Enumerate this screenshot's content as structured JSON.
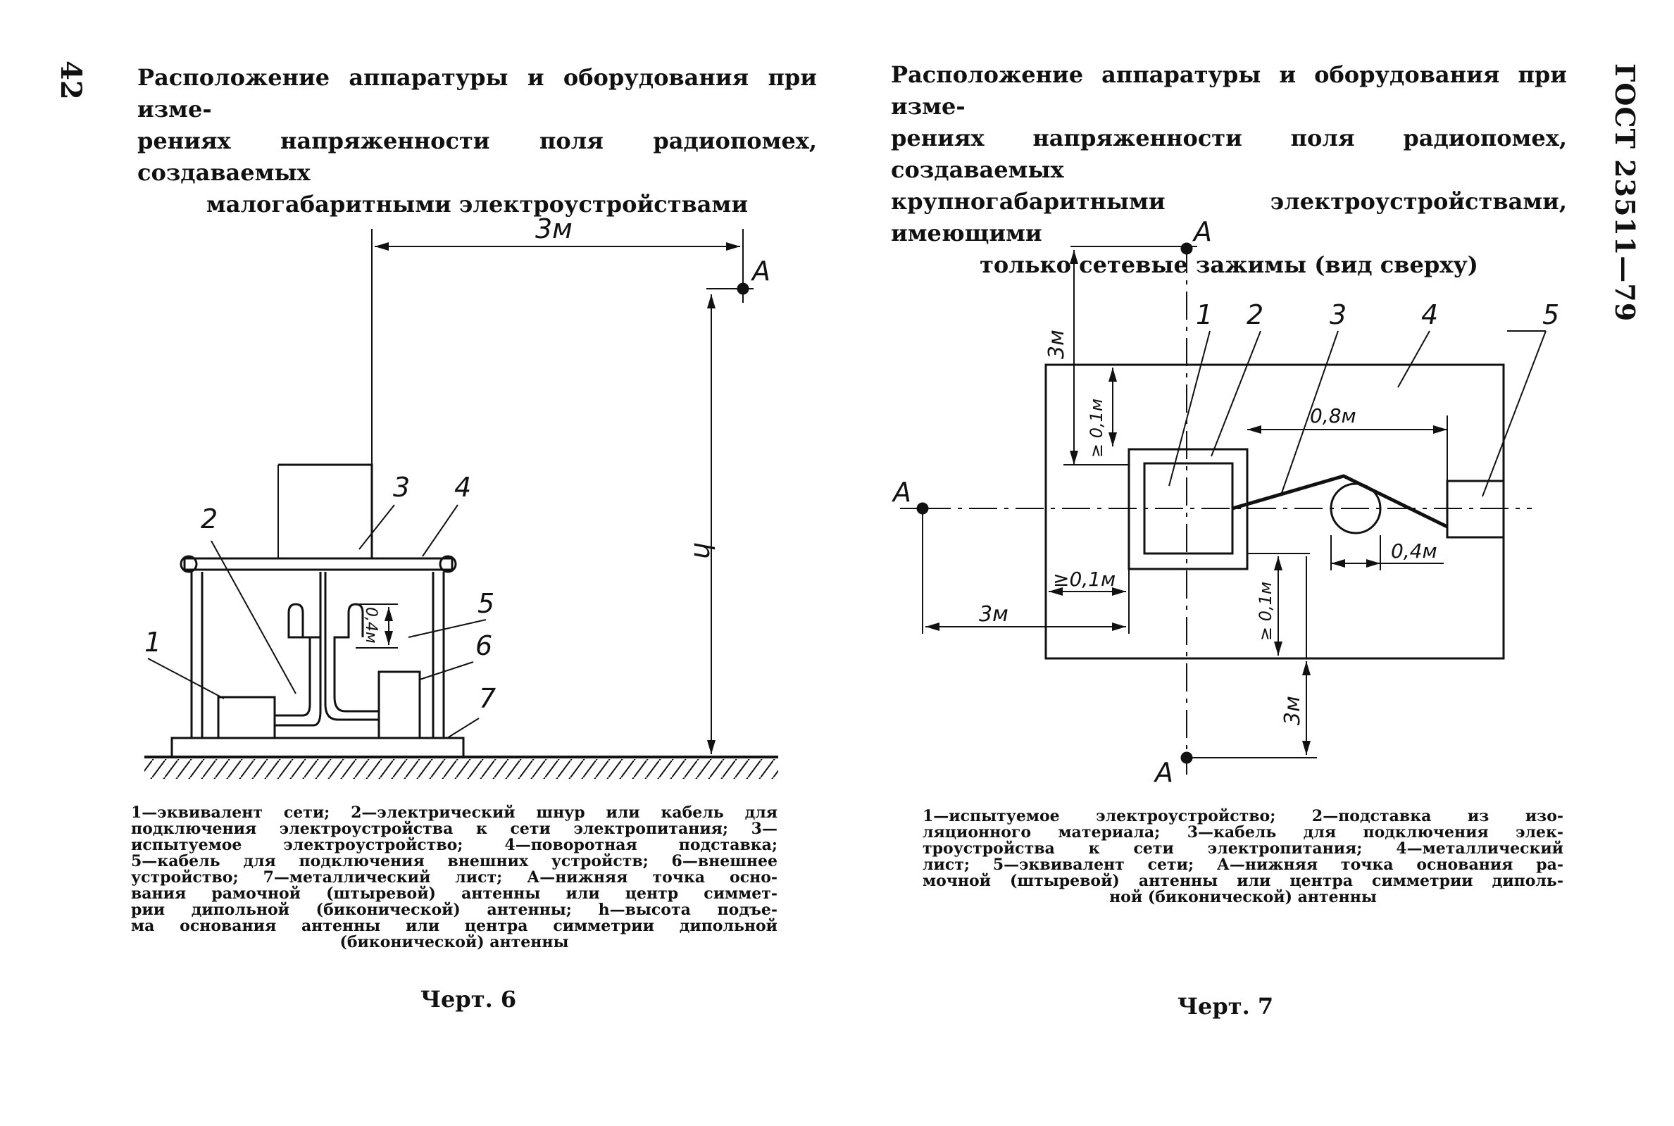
{
  "page_number": "42",
  "standard_id": "ГОСТ 23511—79",
  "left": {
    "title_lines": [
      "Расположение аппаратуры и оборудования при изме-",
      "рениях напряженности поля радиопомех, создаваемых",
      "малогабаритными электроустройствами"
    ],
    "labels": {
      "n1": "1",
      "n2": "2",
      "n3": "3",
      "n4": "4",
      "n5": "5",
      "n6": "6",
      "n7": "7",
      "dist": "3м",
      "point": "A",
      "h": "h",
      "loop": "0,4м"
    },
    "caption_lines": [
      "1—эквивалент сети; 2—электрический шнур или кабель для",
      "подключения электроустройства к сети электропитания; 3—",
      "испытуемое электроустройство; 4—поворотная подставка;",
      "5—кабель для подключения внешних устройств; 6—внешнее",
      "устройство; 7—металлический лист; А—нижняя точка осно-",
      "вания рамочной (штыревой) антенны или центр симмет-",
      "рии дипольной (биконической) антенны; h—высота подъе-",
      "ма основания антенны или центра симметрии дипольной",
      "(биконической) антенны"
    ],
    "figure_label": "Черт. 6"
  },
  "right": {
    "title_lines": [
      "Расположение аппаратуры и оборудования при изме-",
      "рениях напряженности поля радиопомех, создаваемых",
      "крупногабаритными электроустройствами, имеющими",
      "только сетевые зажимы (вид сверху)"
    ],
    "labels": {
      "n1": "1",
      "n2": "2",
      "n3": "3",
      "n4": "4",
      "n5": "5",
      "a_top": "A",
      "a_left": "A",
      "a_bottom": "A",
      "d3_top": "3м",
      "d01_top": "≥ 0,1м",
      "d08": "0,8м",
      "d04": "0,4м",
      "d01_left": "≥0,1м",
      "d3_left": "3м",
      "d01_mid": "≥ 0,1м",
      "d3_bottom": "3м"
    },
    "caption_lines": [
      "1—испытуемое электроустройство; 2—подставка из изо-",
      "ляционного материала; 3—кабель для подключения элек-",
      "троустройства к сети электропитания; 4—металлический",
      "лист; 5—эквивалент сети; А—нижняя точка основания ра-",
      "мочной (штыревой) антенны или центра симметрии диполь-",
      "ной (биконической) антенны"
    ],
    "figure_label": "Черт. 7"
  }
}
